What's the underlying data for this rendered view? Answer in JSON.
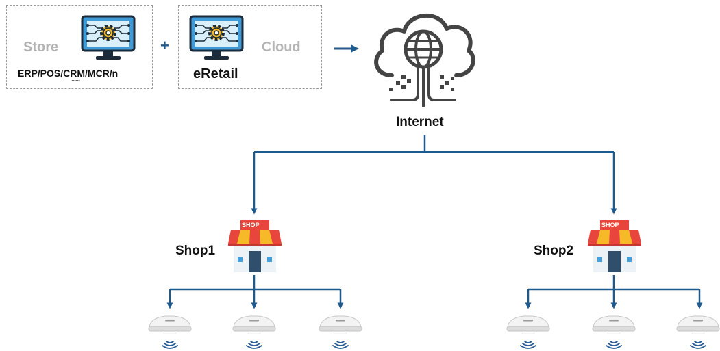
{
  "store_box": {
    "title": "Store",
    "systems": "ERP/POS/CRM/MCR/n",
    "ellipsis": "......"
  },
  "plus": "+",
  "cloud_box": {
    "title": "Cloud",
    "product": "eRetail"
  },
  "internet": {
    "label": "Internet"
  },
  "shops": [
    {
      "name": "Shop1",
      "sign": "SHOP",
      "access_points": 3
    },
    {
      "name": "Shop2",
      "sign": "SHOP",
      "access_points": 3
    }
  ],
  "colors": {
    "line": "#1f5a8c",
    "monitor": "#3f9ad8",
    "awning_red": "#e8453c",
    "awning_yellow": "#f6b928",
    "door": "#2f4f6d"
  },
  "icons": [
    "monitor-gear-icon",
    "cloud-globe-icon",
    "shop-icon",
    "access-point-icon",
    "wifi-icon"
  ]
}
